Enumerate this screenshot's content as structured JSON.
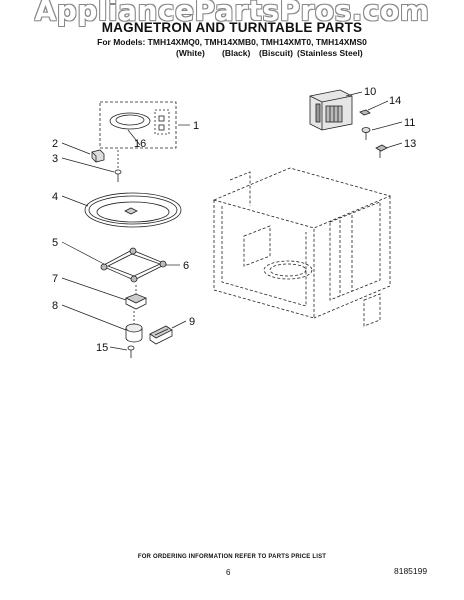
{
  "watermark": "AppliancePartsPros.com",
  "header": {
    "title": "MAGNETRON AND TURNTABLE PARTS",
    "models": "For Models: TMH14XMQ0, TMH14XMB0, TMH14XMT0, TMH14XMS0",
    "finishes": [
      "(White)",
      "(Black)",
      "(Biscuit)",
      "(Stainless Steel)"
    ]
  },
  "callouts": [
    "1",
    "2",
    "3",
    "4",
    "5",
    "6",
    "7",
    "8",
    "9",
    "10",
    "11",
    "13",
    "14",
    "15",
    "16"
  ],
  "footer": {
    "note": "FOR ORDERING INFORMATION REFER TO PARTS PRICE LIST",
    "page": "6",
    "doc_number": "8185199"
  }
}
